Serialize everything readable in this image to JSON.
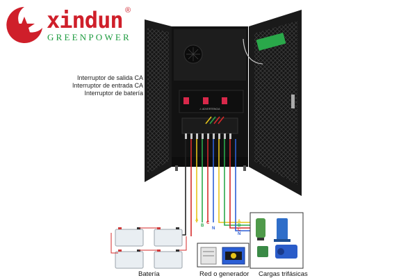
{
  "brand": {
    "name": "xindun",
    "registered": "®",
    "subtitle": "GREENPOWER",
    "colors": {
      "red": "#cf1f2a",
      "green": "#1b9a3d"
    }
  },
  "callouts": [
    {
      "label": "Interruptor de salida CA"
    },
    {
      "label": "Interruptor de entrada CA"
    },
    {
      "label": "Interruptor de batería"
    }
  ],
  "cabinet": {
    "warning_label": "⚠ ADVERTENCIA",
    "colors": {
      "body": "#161616",
      "mesh": "#2c2c2c",
      "breaker_red": "#d8284a"
    }
  },
  "wiring": {
    "phase_labels": [
      "N",
      "C",
      "B",
      "A"
    ],
    "output_labels": [
      "A",
      "B",
      "C",
      "N"
    ],
    "colors": {
      "yellow": "#e6c31a",
      "green": "#2aa84a",
      "red": "#d62a2a",
      "blue": "#2b5fd6",
      "black": "#222222"
    }
  },
  "components": {
    "battery": {
      "caption": "Batería"
    },
    "grid": {
      "caption": "Red o generador"
    },
    "loads": {
      "caption": "Cargas trifásicas"
    }
  }
}
